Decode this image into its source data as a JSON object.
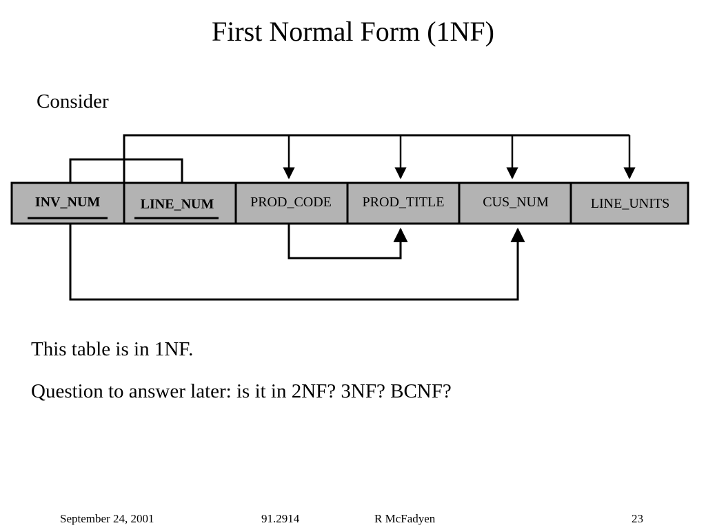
{
  "slide": {
    "title": "First Normal Form (1NF)",
    "intro": "Consider",
    "statement": "This table is in 1NF.",
    "question": "Question to answer later: is it in 2NF? 3NF? BCNF?"
  },
  "table": {
    "fill_color": "#b3b3b3",
    "border_color": "#000000",
    "attributes": [
      {
        "label": "INV_NUM",
        "primary_key": true
      },
      {
        "label": "LINE_NUM",
        "primary_key": true
      },
      {
        "label": "PROD_CODE",
        "primary_key": false
      },
      {
        "label": "PROD_TITLE",
        "primary_key": false
      },
      {
        "label": "CUS_NUM",
        "primary_key": false
      },
      {
        "label": "LINE_UNITS",
        "primary_key": false
      }
    ]
  },
  "dependencies": [
    {
      "from": [
        "INV_NUM",
        "LINE_NUM"
      ],
      "to": [
        "PROD_CODE",
        "PROD_TITLE",
        "CUS_NUM",
        "LINE_UNITS"
      ]
    },
    {
      "from": [
        "PROD_CODE"
      ],
      "to": [
        "PROD_TITLE"
      ]
    },
    {
      "from": [
        "INV_NUM"
      ],
      "to": [
        "CUS_NUM"
      ]
    }
  ],
  "footer": {
    "date": "September 24, 2001",
    "course": "91.2914",
    "author": "R McFadyen",
    "page": "23"
  }
}
